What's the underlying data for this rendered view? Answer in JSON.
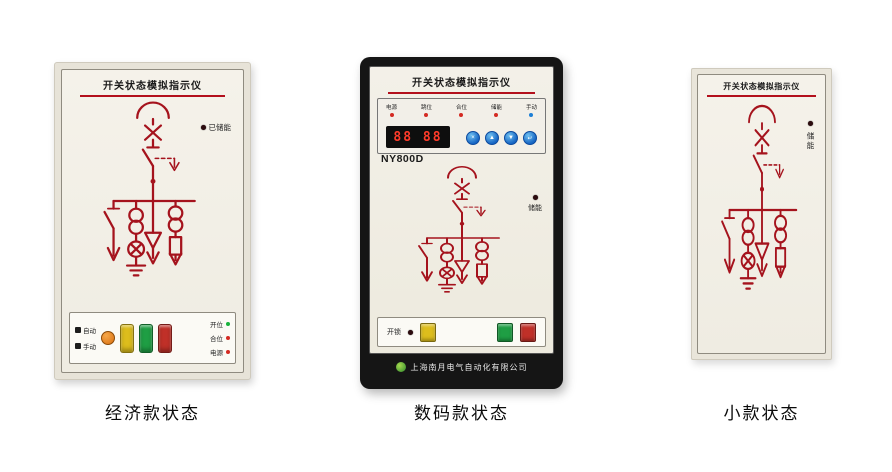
{
  "economic": {
    "title": "开关状态模拟指示仪",
    "charged": "已储能",
    "strip": {
      "auto": "自动",
      "manual": "手动",
      "open": "开位",
      "closed": "合位",
      "power": "电源"
    },
    "caption": "经济款状态"
  },
  "digital": {
    "title": "开关状态模拟指示仪",
    "model": "NY800D",
    "leds": [
      "电源",
      "跳位",
      "合位",
      "储能"
    ],
    "manual": "手动",
    "display": "88 88",
    "keys": [
      "×",
      "▲",
      "▼",
      "↵"
    ],
    "charged": "储能",
    "unlock": "开锁",
    "brand": "上海南月电气自动化有限公司",
    "caption": "数码款状态"
  },
  "small": {
    "title": "开关状态模拟指示仪",
    "charged": "储能",
    "caption": "小款状态"
  },
  "colors": {
    "diagram_red": "#a5131d",
    "underline_red": "#b3101c",
    "led_green": "#18b23c",
    "led_red": "#d42a22",
    "key_blue": "#1766c4"
  }
}
